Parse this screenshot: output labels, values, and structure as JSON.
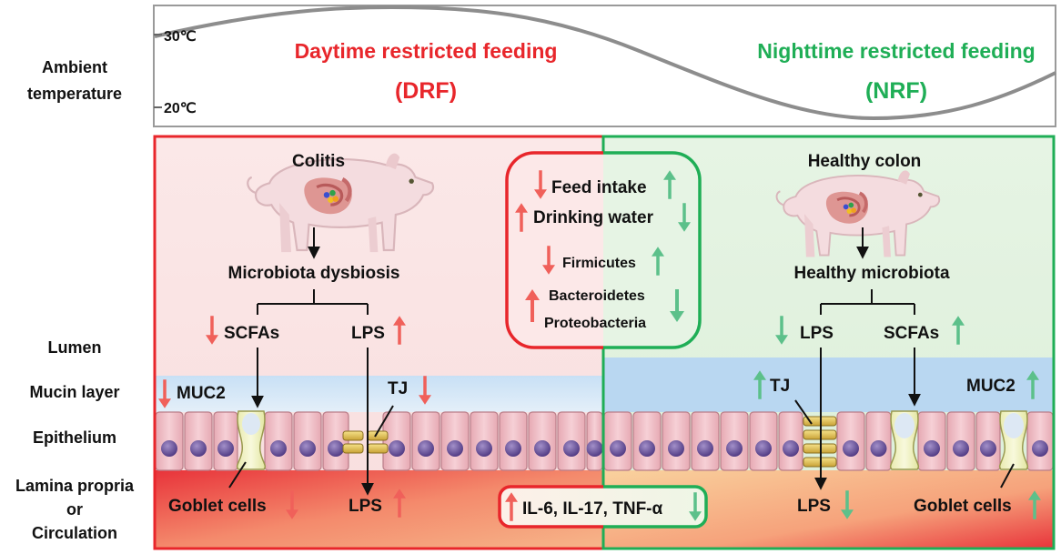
{
  "temperature_panel": {
    "row_label_line1": "Ambient",
    "row_label_line2": "temperature",
    "tick_high": "30℃",
    "tick_low": "20℃",
    "drf_title": "Daytime restricted feeding",
    "drf_abbrev": "(DRF)",
    "nrf_title": "Nighttime restricted feeding",
    "nrf_abbrev": "(NRF)"
  },
  "row_labels": {
    "lumen": "Lumen",
    "mucin": "Mucin layer",
    "epithelium": "Epithelium",
    "lamina_line1": "Lamina propria",
    "lamina_line2": "or",
    "lamina_line3": "Circulation"
  },
  "drf_panel": {
    "state": "Colitis",
    "microbiota": "Microbiota dysbiosis",
    "scfas": "SCFAs",
    "lps_lumen": "LPS",
    "muc2": "MUC2",
    "tj": "TJ",
    "goblet": "Goblet cells",
    "lps_blood": "LPS"
  },
  "nrf_panel": {
    "state": "Healthy colon",
    "microbiota": "Healthy microbiota",
    "lps_lumen": "LPS",
    "scfas": "SCFAs",
    "tj": "TJ",
    "muc2": "MUC2",
    "lps_blood": "LPS",
    "goblet": "Goblet cells"
  },
  "center_box": {
    "feed": "Feed intake",
    "water": "Drinking water",
    "firmicutes": "Firmicutes",
    "bacteroidetes": "Bacteroidetes",
    "proteobacteria": "Proteobacteria"
  },
  "cytokines": "IL-6, IL-17, TNF-α",
  "colors": {
    "drf_red": "#e8262b",
    "nrf_green": "#1fae56",
    "up_red_arrow": "#f0605a",
    "down_green_arrow": "#5cc08a",
    "mucin_blue": "#bcd9f2",
    "epithelial_cell": "#f2c4cc",
    "nucleus": "#6a4e9a"
  }
}
